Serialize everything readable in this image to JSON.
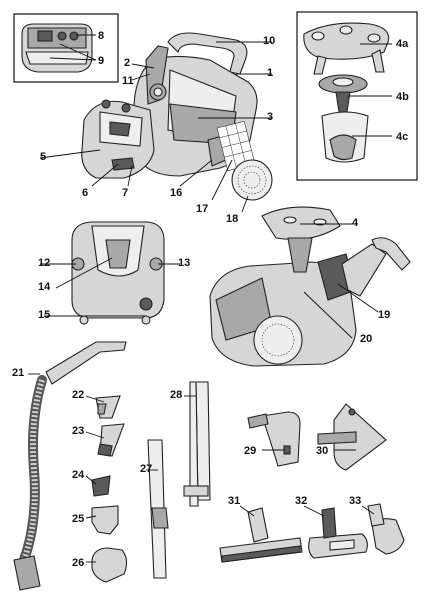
{
  "labels": {
    "l1": "1",
    "l2": "2",
    "l3": "3",
    "l4": "4",
    "l4a": "4a",
    "l4b": "4b",
    "l4c": "4c",
    "l5": "5",
    "l6": "6",
    "l7": "7",
    "l8": "8",
    "l9": "9",
    "l10": "10",
    "l11": "11",
    "l12": "12",
    "l13": "13",
    "l14": "14",
    "l15": "15",
    "l16": "16",
    "l17": "17",
    "l18": "18",
    "l19": "19",
    "l20": "20",
    "l21": "21",
    "l22": "22",
    "l23": "23",
    "l24": "24",
    "l25": "25",
    "l26": "26",
    "l27": "27",
    "l28": "28",
    "l29": "29",
    "l30": "30",
    "l31": "31",
    "l32": "32",
    "l33": "33"
  }
}
